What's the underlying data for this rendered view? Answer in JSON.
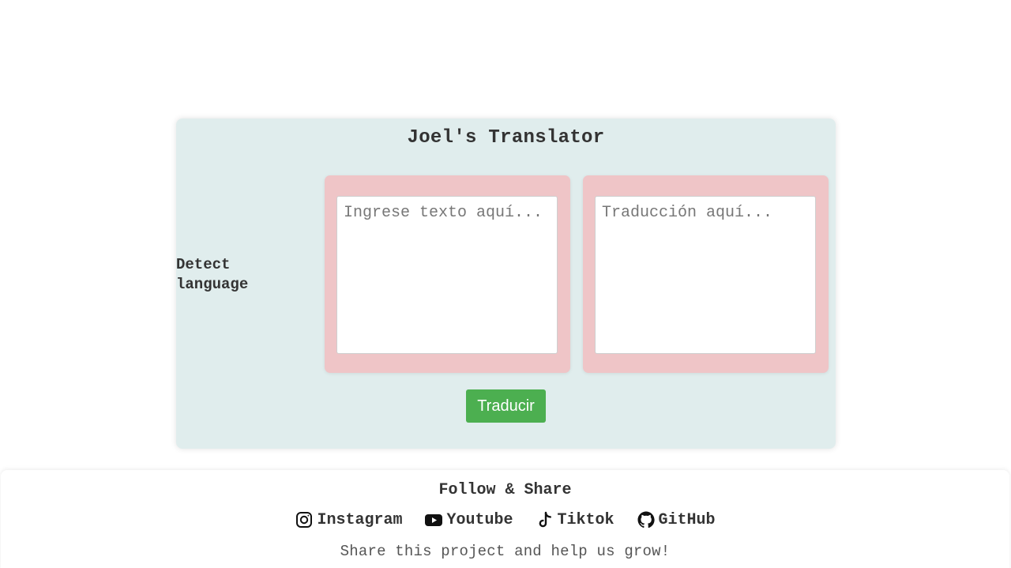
{
  "app": {
    "title": "Joel's Translator"
  },
  "source": {
    "language_label": "Detect language",
    "placeholder": "Ingrese texto aquí..."
  },
  "target": {
    "placeholder": "Traducción aquí..."
  },
  "actions": {
    "translate_label": "Traducir"
  },
  "footer": {
    "title": "Follow & Share",
    "links": [
      {
        "label": "Instagram",
        "icon": "instagram-icon"
      },
      {
        "label": "Youtube",
        "icon": "youtube-icon"
      },
      {
        "label": "Tiktok",
        "icon": "tiktok-icon"
      },
      {
        "label": "GitHub",
        "icon": "github-icon"
      }
    ],
    "tagline": "Share this project and help us grow!"
  },
  "colors": {
    "card_background": "#e0eded",
    "panel_background": "#efc5c7",
    "button_background": "#4caf50",
    "text": "#333333"
  }
}
